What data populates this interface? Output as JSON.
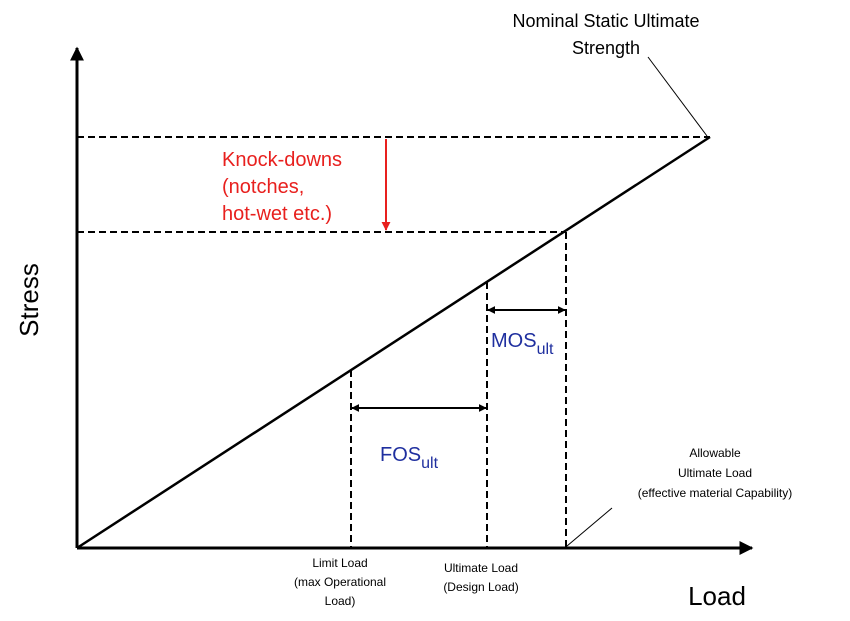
{
  "axes": {
    "x_label": "Load",
    "y_label": "Stress"
  },
  "annotations": {
    "nominal_line1": "Nominal Static Ultimate",
    "nominal_line2": "Strength",
    "knockdowns_line1": "Knock-downs",
    "knockdowns_line2": "(notches,",
    "knockdowns_line3": "hot-wet etc.)",
    "mos_base": "MOS",
    "mos_sub": "ult",
    "fos_base": "FOS",
    "fos_sub": "ult",
    "allowable_line1": "Allowable",
    "allowable_line2": "Ultimate Load",
    "allowable_line3": "(effective material Capability)",
    "limit_line1": "Limit Load",
    "limit_line2": "(max Operational",
    "limit_line3": "Load)",
    "ultimate_line1": "Ultimate Load",
    "ultimate_line2": "(Design  Load)"
  },
  "colors": {
    "knockdown_red": "#e8201e",
    "factor_blue": "#1f2f9f",
    "line_black": "#000000"
  }
}
